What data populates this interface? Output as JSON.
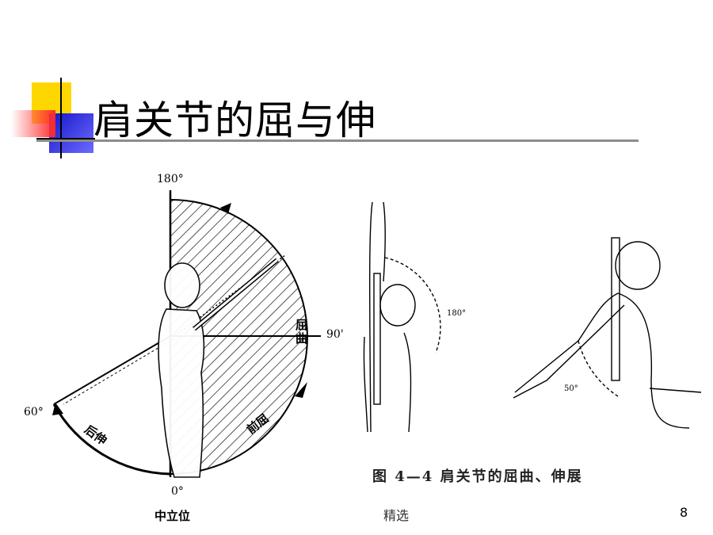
{
  "slide": {
    "title": "肩关节的屈与伸",
    "footer": "精选",
    "page_number": "8"
  },
  "figure_left": {
    "label_180": "180°",
    "label_90": "90'",
    "label_60": "60°",
    "label_0": "0°",
    "label_neutral": "中立位",
    "label_flexion": "屈曲",
    "label_forward_flexion": "前屈",
    "label_extension": "后伸"
  },
  "figure_right": {
    "label_180": "180°",
    "label_50": "50°",
    "caption": "图 4—4  肩关节的屈曲、伸展"
  },
  "colors": {
    "deco_yellow": "#ffd700",
    "deco_red": "#ff3030",
    "deco_blue": "#2020d0",
    "rule_gray": "#8c8c8c"
  }
}
